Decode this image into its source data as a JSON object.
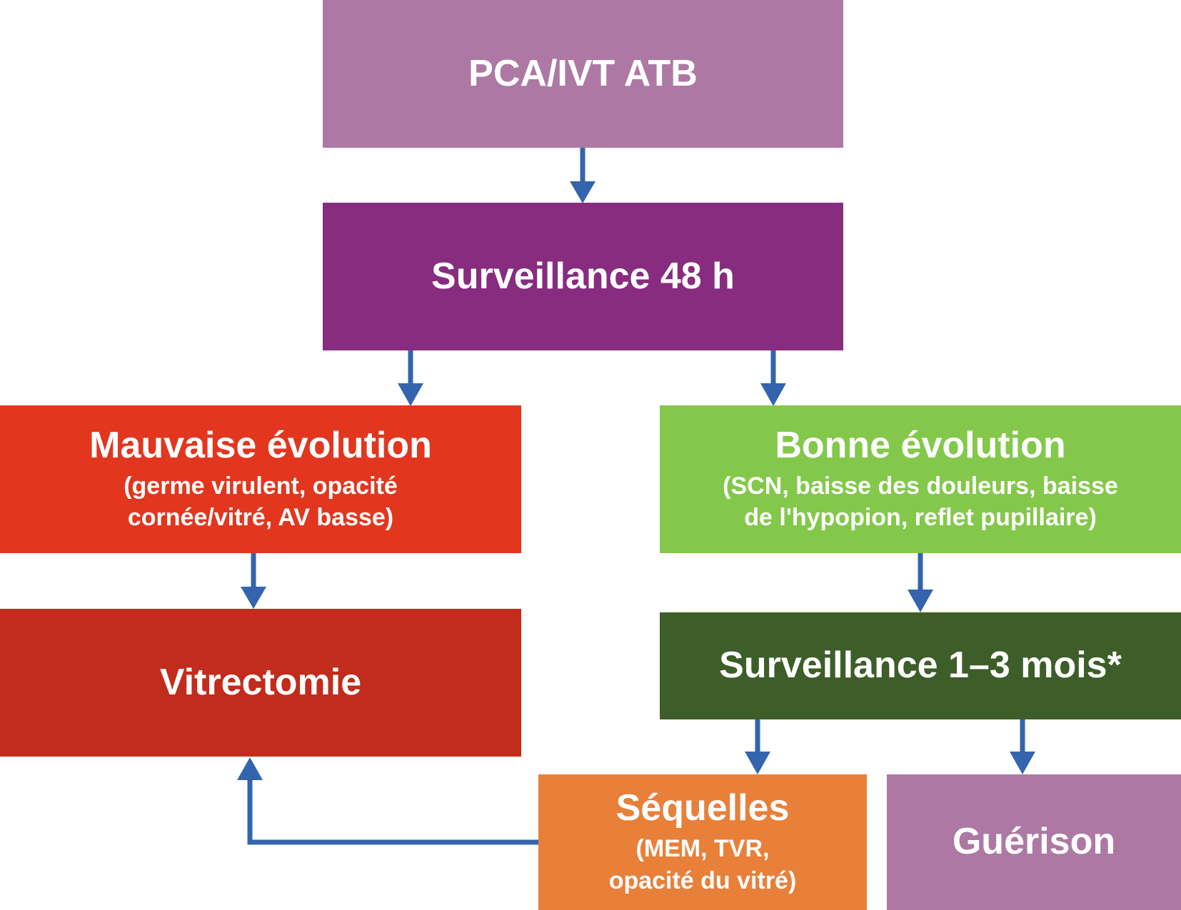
{
  "colors": {
    "pca": "#AD79A4",
    "surveillance48": "#872C7E",
    "mauvaise": "#E2361F",
    "vitrectomie": "#C32B1C",
    "bonne": "#83C84A",
    "surveillance13": "#3D5E28",
    "sequelles": "#E8803A",
    "guerison": "#AD79A4",
    "arrow": "#3464AE"
  },
  "nodes": {
    "pca": {
      "title": "PCA/IVT ATB"
    },
    "surveillance48": {
      "title": "Surveillance 48 h"
    },
    "mauvaise": {
      "title": "Mauvaise évolution",
      "details": [
        "(germe virulent, opacité",
        "cornée/vitré, AV basse)"
      ]
    },
    "bonne": {
      "title": "Bonne évolution",
      "details": [
        "(SCN, baisse des douleurs, baisse",
        "de l'hypopion, reflet pupillaire)"
      ]
    },
    "vitrectomie": {
      "title": "Vitrectomie"
    },
    "surveillance13": {
      "title": "Surveillance 1–3 mois*"
    },
    "sequelles": {
      "title": "Séquelles",
      "details": [
        "(MEM, TVR,",
        "opacité du vitré)"
      ]
    },
    "guerison": {
      "title": "Guérison"
    }
  }
}
